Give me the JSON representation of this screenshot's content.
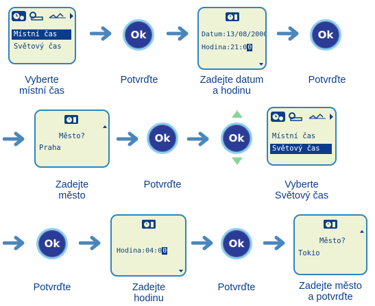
{
  "steps": {
    "s1": {
      "items": [
        "Místní čas",
        "Světový čas"
      ],
      "caption": [
        "Vyberte",
        "místní čas"
      ]
    },
    "s2": {
      "caption": [
        "Potvrďte"
      ]
    },
    "s3": {
      "date_line": "Datum:13/08/2000",
      "time_prefix": "Hodina:21:0",
      "time_cursor": "0",
      "caption": [
        "Zadejte datum",
        "a hodinu"
      ]
    },
    "s4": {
      "caption": [
        "Potvrďte"
      ]
    },
    "s5": {
      "question": "Město?",
      "value": "Praha",
      "caption": [
        "Zadejte",
        "město"
      ]
    },
    "s6": {
      "caption": [
        "Potvrďte"
      ]
    },
    "s7": {
      "caption": []
    },
    "s8": {
      "items": [
        "Místní čas",
        "Světový čas"
      ],
      "caption": [
        "Vyberte",
        "Světový čas"
      ]
    },
    "s9": {
      "caption": [
        "Potvrďte"
      ]
    },
    "s10": {
      "time_prefix": "Hodina:04:0",
      "time_cursor": "0",
      "caption": [
        "Zadejte",
        "hodinu"
      ]
    },
    "s11": {
      "caption": [
        "Potvrďte"
      ]
    },
    "s12": {
      "question": "Město?",
      "value": "Tokio",
      "caption": [
        "Zadejte město",
        "a potvrďte"
      ]
    }
  },
  "ok_label": "Ok",
  "colors": {
    "screen_bg": "#eef3d6",
    "screen_border": "#2f84b8",
    "text": "#0b3f7a",
    "highlight": "#0a3d8c",
    "arrow": "#4a86bd",
    "ok_fill": "#2b3c97",
    "ok_ring": "#8fd0ec",
    "nav_arrow": "#8ed49a"
  },
  "icons": [
    "clock-tab-icon",
    "key-tab-icon",
    "antenna-tab-icon",
    "calendar-clock-icon",
    "ok-button-icon",
    "right-arrow-icon",
    "nav-up-arrow-icon",
    "nav-down-arrow-icon",
    "scroll-up-icon",
    "scroll-down-icon"
  ]
}
